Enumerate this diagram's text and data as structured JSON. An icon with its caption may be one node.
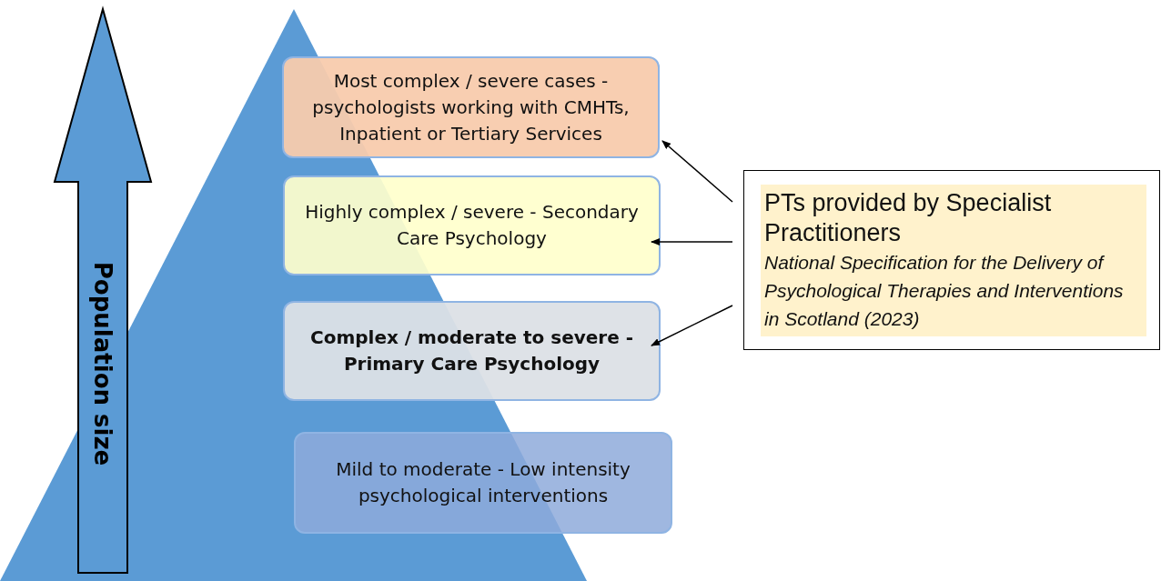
{
  "diagram": {
    "nodes": [
      {
        "text": [
          "Most complex / severe cases - psychologists working with CMHTs, Inpatient or Tertiary Services"
        ]
      },
      {
        "text": [
          "Highly complex / severe - Secondary Care Psychology"
        ]
      },
      {
        "text": [
          "Complex / moderate to severe - Primary Care Psychology"
        ]
      },
      {
        "text": [
          "Mild to moderate - Low intensity psychological interventions"
        ]
      },
      {
        "text": [
          "PTs provided by Specialist Practitioners",
          "National Specification for the Delivery of Psychological Therapies and Interventions in Scotland (2023)"
        ]
      }
    ],
    "edges": [
      {
        "from": 4,
        "to": 0,
        "arrow": "to"
      },
      {
        "from": 4,
        "to": 1,
        "arrow": "to"
      },
      {
        "from": 4,
        "to": 2,
        "arrow": "to"
      }
    ],
    "labels": [
      "Population size"
    ]
  }
}
